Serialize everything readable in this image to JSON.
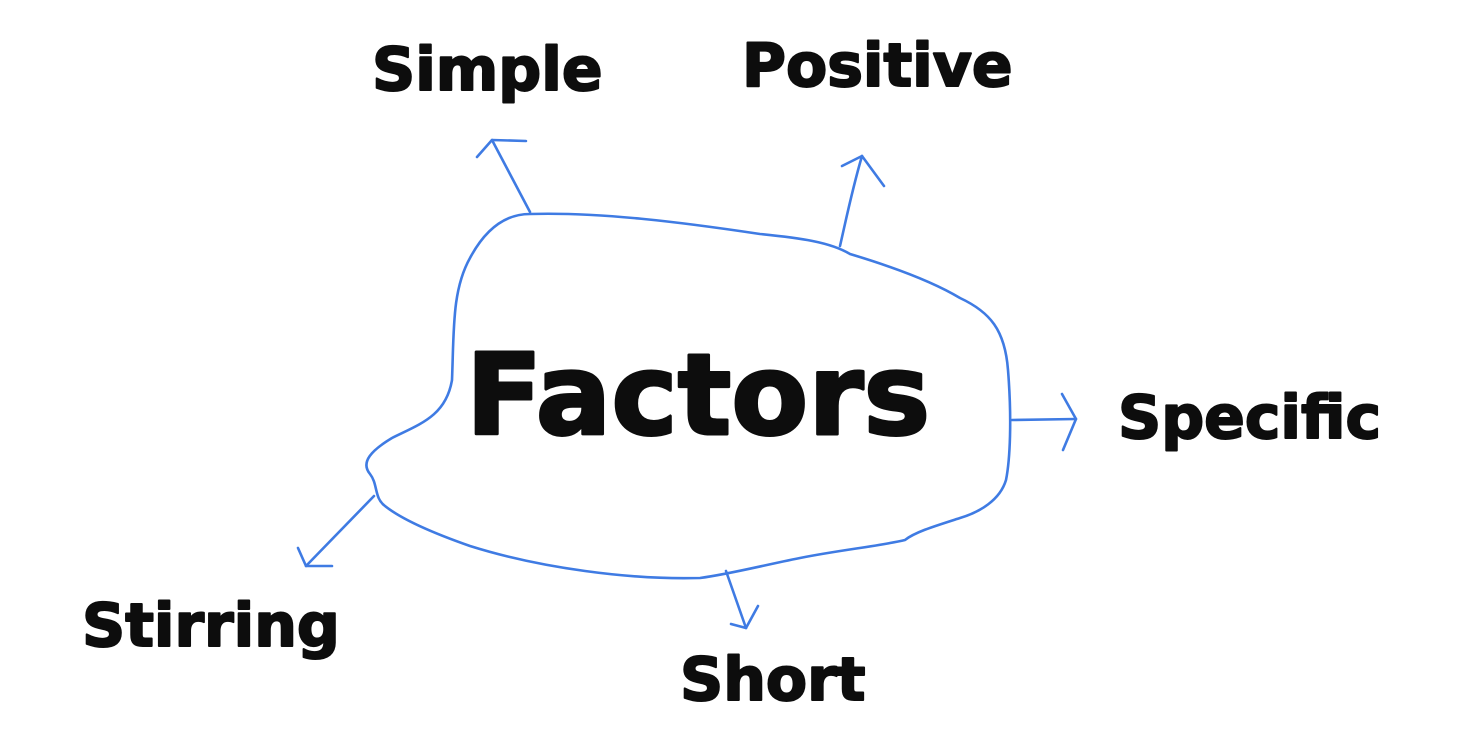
{
  "diagram": {
    "center_label": "Factors",
    "labels": {
      "simple": "Simple",
      "positive": "Positive",
      "specific": "Specific",
      "short": "Short",
      "stirring": "Stirring"
    }
  },
  "colors": {
    "background": "#ffffff",
    "line": "#3f7be3",
    "text": "#0d0d0d"
  }
}
